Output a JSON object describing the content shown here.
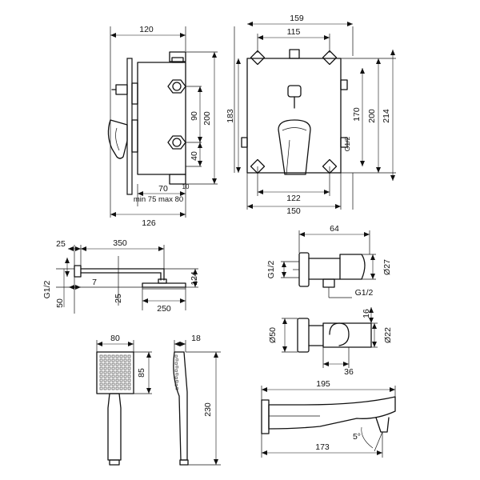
{
  "colors": {
    "line": "#111111",
    "background": "#ffffff"
  },
  "valve_side": {
    "depth_overall": "120",
    "height_overall": "200",
    "handle_spacing": "90",
    "to_bottom_outlet": "40",
    "bottom_offset": "10",
    "depth_body": "70",
    "depth_range": "min 75  max 80",
    "total_depth": "126"
  },
  "valve_front": {
    "width_overall": "159",
    "width_outlets": "115",
    "height_outer": "183",
    "height_inner": "170",
    "thread": "G1/2",
    "height_200": "200",
    "height_214": "214",
    "width_inner": "122",
    "width_plate": "150"
  },
  "shower_arm": {
    "wall_offset": "25",
    "arm_length": "350",
    "thread": "G1/2",
    "stub": "50",
    "small_offset": "7",
    "drop": "25",
    "head_height": "124",
    "head_width": "250"
  },
  "wall_elbow": {
    "length": "64",
    "thread_in": "G1/2",
    "diameter": "Ø27",
    "thread_out": "G1/2"
  },
  "hand_holder": {
    "height": "16",
    "plate_diameter": "Ø50",
    "holder_diameter": "Ø22",
    "width": "36"
  },
  "hand_shower": {
    "head_width": "80",
    "head_height": "85",
    "profile_width": "18",
    "length": "230"
  },
  "spout": {
    "length_top": "195",
    "length_bottom": "173",
    "angle": "5°"
  }
}
